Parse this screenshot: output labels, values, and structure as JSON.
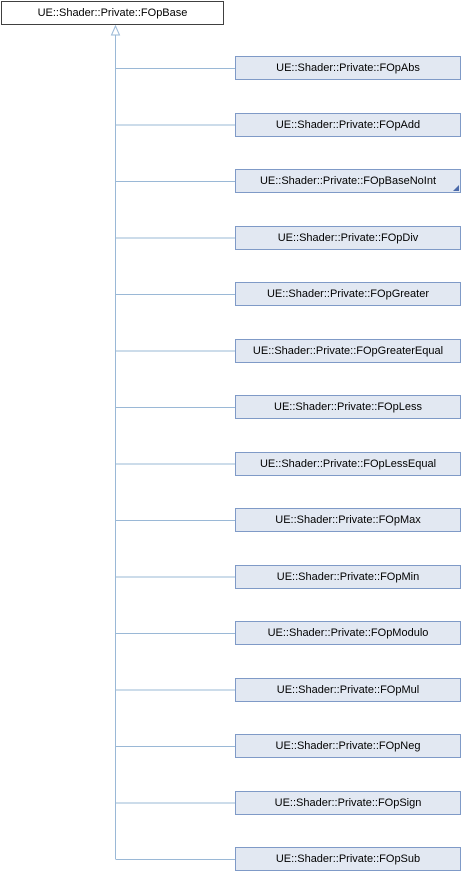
{
  "root": {
    "label": "UE::Shader::Private::FOpBase"
  },
  "children": [
    {
      "label": "UE::Shader::Private::FOpAbs"
    },
    {
      "label": "UE::Shader::Private::FOpAdd"
    },
    {
      "label": "UE::Shader::Private::FOpBaseNoInt",
      "truncated": true
    },
    {
      "label": "UE::Shader::Private::FOpDiv"
    },
    {
      "label": "UE::Shader::Private::FOpGreater"
    },
    {
      "label": "UE::Shader::Private::FOpGreaterEqual"
    },
    {
      "label": "UE::Shader::Private::FOpLess"
    },
    {
      "label": "UE::Shader::Private::FOpLessEqual"
    },
    {
      "label": "UE::Shader::Private::FOpMax"
    },
    {
      "label": "UE::Shader::Private::FOpMin"
    },
    {
      "label": "UE::Shader::Private::FOpModulo"
    },
    {
      "label": "UE::Shader::Private::FOpMul"
    },
    {
      "label": "UE::Shader::Private::FOpNeg"
    },
    {
      "label": "UE::Shader::Private::FOpSign"
    },
    {
      "label": "UE::Shader::Private::FOpSub"
    }
  ],
  "colors": {
    "edge": "#9ab8d6",
    "node_fill": "#e2e8f2",
    "node_border": "#7f9ac7"
  }
}
